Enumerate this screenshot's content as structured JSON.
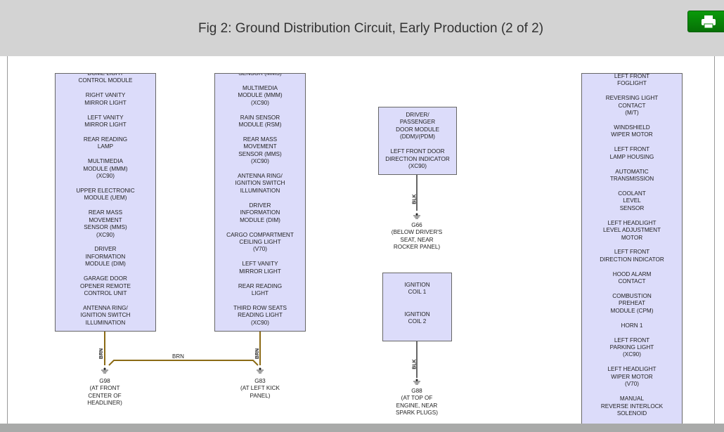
{
  "header": {
    "title": "Fig 2: Ground Distribution Circuit, Early Production (2 of 2)",
    "print_icon": "printer-icon",
    "print_color": "#0a8a0a"
  },
  "wire_color": "#8b6a14",
  "boxes": {
    "a": {
      "items": [
        "DOME LIGHT\nCONTROL MODULE",
        "RIGHT VANITY\nMIRROR LIGHT",
        "LEFT VANITY\nMIRROR LIGHT",
        "REAR READING\nLAMP",
        "MULTIMEDIA\nMODULE (MMM)\n(XC90)",
        "UPPER ELECTRONIC\nMODULE (UEM)",
        "REAR MASS\nMOVEMENT\nSENSOR (MMS)\n(XC90)",
        "DRIVER\nINFORMATION\nMODULE (DIM)",
        "GARAGE DOOR\nOPENER REMOTE\nCONTROL UNIT",
        "ANTENNA RING/\nIGNITION SWITCH\nILLUMINATION"
      ]
    },
    "b": {
      "items": [
        "SENSOR (MMS)",
        "MULTIMEDIA\nMODULE (MMM)\n(XC90)",
        "RAIN SENSOR\nMODULE (RSM)",
        "REAR MASS\nMOVEMENT\nSENSOR (MMS)\n(XC90)",
        "ANTENNA RING/\nIGNITION SWITCH\nILLUMINATION",
        "DRIVER\nINFORMATION\nMODULE (DIM)",
        "CARGO COMPARTMENT\nCEILING LIGHT\n(V70)",
        "LEFT VANITY\nMIRROR LIGHT",
        "REAR READING\nLIGHT",
        "THIRD ROW SEATS\nREADING LIGHT\n(XC90)"
      ]
    },
    "c": {
      "items": [
        "DRIVER/\nPASSENGER\nDOOR MODULE\n(DDM)/(PDM)",
        "LEFT FRONT DOOR\nDIRECTION INDICATOR\n(XC90)"
      ]
    },
    "d": {
      "items": [
        "IGNITION\nCOIL 1",
        "IGNITION\nCOIL 2"
      ]
    },
    "e": {
      "items": [
        "LEFT FRONT\nFOGLIGHT",
        "REVERSING LIGHT\nCONTACT\n(M/T)",
        "WINDSHIELD\nWIPER MOTOR",
        "LEFT FRONT\nLAMP HOUSING",
        "AUTOMATIC\nTRANSMISSION",
        "COOLANT\nLEVEL\nSENSOR",
        "LEFT HEADLIGHT\nLEVEL ADJUSTMENT\nMOTOR",
        "LEFT FRONT\nDIRECTION INDICATOR",
        "HOOD ALARM\nCONTACT",
        "COMBUSTION\nPREHEAT\nMODULE (CPM)",
        "HORN 1",
        "LEFT FRONT\nPARKING LIGHT\n(XC90)",
        "LEFT HEADLIGHT\nWIPER MOTOR\n(V70)",
        "MANUAL\nREVERSE INTERLOCK\nSOLENOID"
      ]
    }
  },
  "wires": {
    "brn": "BRN",
    "blk": "BLK"
  },
  "grounds": {
    "g98": "G98\n(AT FRONT\nCENTER OF\nHEADLINER)",
    "g83": "G83\n(AT LEFT KICK\nPANEL)",
    "g66": "G66\n(BELOW DRIVER'S\nSEAT, NEAR\nROCKER PANEL)",
    "g88": "G88\n(AT TOP OF\nENGINE, NEAR\nSPARK PLUGS)"
  }
}
